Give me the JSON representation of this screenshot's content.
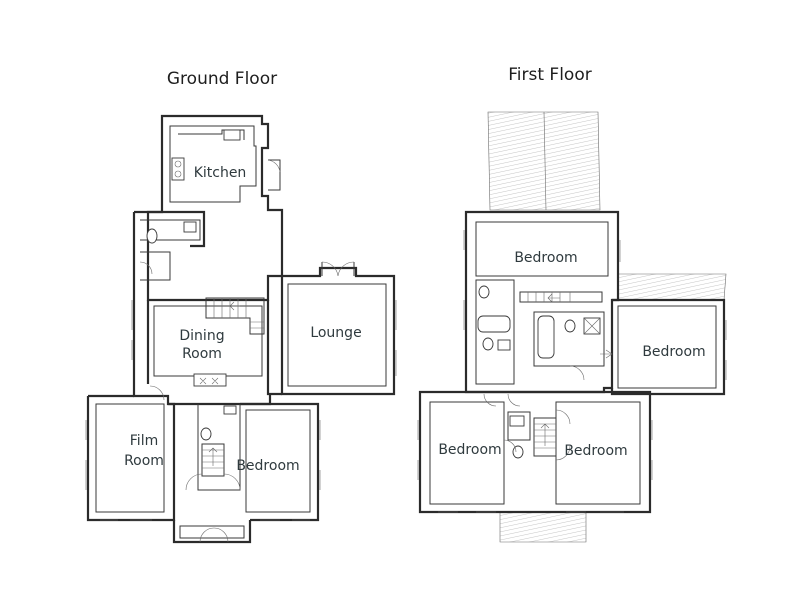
{
  "floors": [
    {
      "title": "Ground Floor"
    },
    {
      "title": "First Floor"
    }
  ],
  "ground_rooms": {
    "kitchen": [
      "Kitchen"
    ],
    "dining": [
      "Dining",
      "Room"
    ],
    "lounge": [
      "Lounge"
    ],
    "film": [
      "Film",
      "Room"
    ],
    "bedroom": [
      "Bedroom"
    ]
  },
  "first_rooms": {
    "bedroom_top": [
      "Bedroom"
    ],
    "bedroom_right": [
      "Bedroom"
    ],
    "bedroom_left": [
      "Bedroom"
    ],
    "bedroom_mid": [
      "Bedroom"
    ]
  }
}
